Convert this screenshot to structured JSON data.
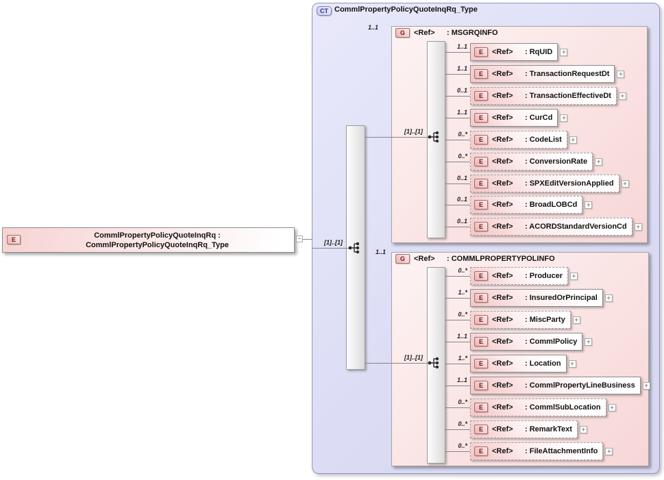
{
  "labels": {
    "ref": "<Ref>"
  },
  "badges": {
    "element": "E",
    "group": "G",
    "complex_type": "CT"
  },
  "icons": {
    "expand": "+",
    "collapse": "−"
  },
  "colors": {
    "element_fill": "#f7d3d3",
    "type_container_fill": "#dcdcf5",
    "element_badge_text": "#6b1b1b",
    "ct_badge_text": "#33338c",
    "connector": "#858585"
  },
  "root_element": {
    "label": "CommlPropertyPolicyQuoteInqRq : CommlPropertyPolicyQuoteInqRq_Type"
  },
  "complex_type": {
    "title": "CommlPropertyPolicyQuoteInqRq_Type",
    "content_model_occurrence": "[1]..[1]",
    "groups": [
      {
        "name": ": MSGRQINFO",
        "occurrence": "1..1",
        "content_model_occurrence": "[1]..[1]",
        "children": [
          {
            "name": ": RqUID",
            "cardinality": "1..1"
          },
          {
            "name": ": TransactionRequestDt",
            "cardinality": "1..1"
          },
          {
            "name": ": TransactionEffectiveDt",
            "cardinality": "0..1"
          },
          {
            "name": ": CurCd",
            "cardinality": "1..1"
          },
          {
            "name": ": CodeList",
            "cardinality": "0..*"
          },
          {
            "name": ": ConversionRate",
            "cardinality": "0..*"
          },
          {
            "name": ": SPXEditVersionApplied",
            "cardinality": "0..1"
          },
          {
            "name": ": BroadLOBCd",
            "cardinality": "0..1"
          },
          {
            "name": ": ACORDStandardVersionCd",
            "cardinality": "0..1"
          }
        ]
      },
      {
        "name": ": COMMLPROPERTYPOLINFO",
        "occurrence": "1..1",
        "content_model_occurrence": "[1]..[1]",
        "children": [
          {
            "name": ": Producer",
            "cardinality": "0..*"
          },
          {
            "name": ": InsuredOrPrincipal",
            "cardinality": "1..*"
          },
          {
            "name": ": MiscParty",
            "cardinality": "0..*"
          },
          {
            "name": ": CommlPolicy",
            "cardinality": "1..1"
          },
          {
            "name": ": Location",
            "cardinality": "1..*"
          },
          {
            "name": ": CommlPropertyLineBusiness",
            "cardinality": "1..1"
          },
          {
            "name": ": CommlSubLocation",
            "cardinality": "0..*"
          },
          {
            "name": ": RemarkText",
            "cardinality": "0..*"
          },
          {
            "name": ": FileAttachmentInfo",
            "cardinality": "0..*"
          }
        ]
      }
    ]
  }
}
